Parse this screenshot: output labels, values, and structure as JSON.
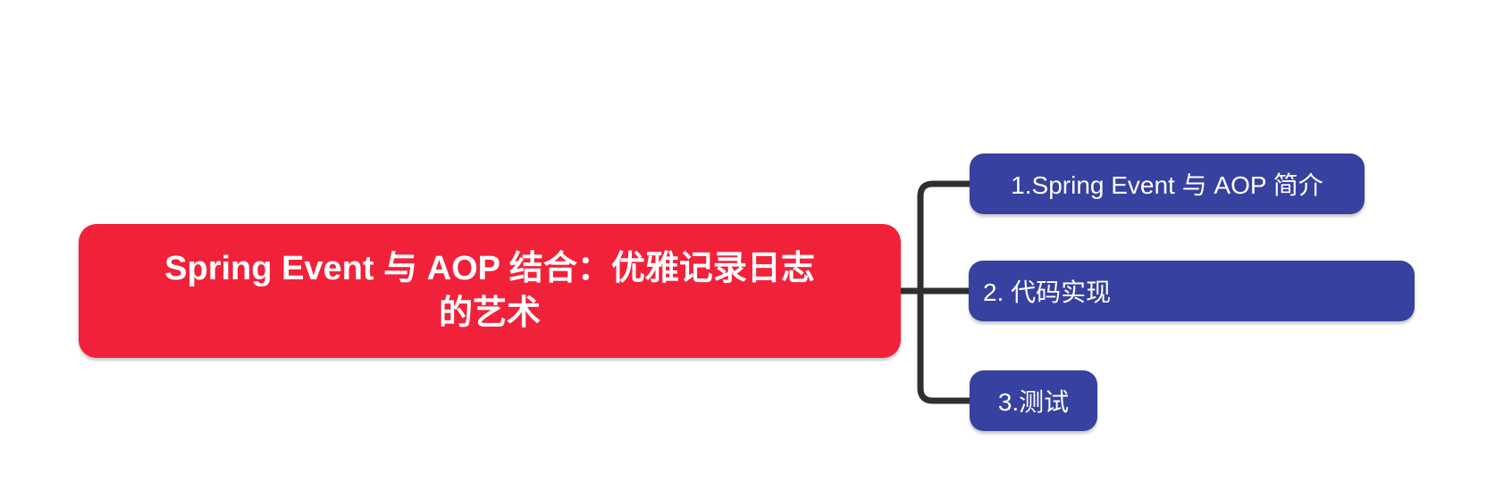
{
  "mindmap": {
    "root": {
      "label_lines": [
        "Spring Event 与 AOP 结合：优雅记录日志",
        "的艺术"
      ]
    },
    "children": [
      {
        "label": "1.Spring Event 与 AOP 简介"
      },
      {
        "label": "2. 代码实现"
      },
      {
        "label": "3.测试"
      }
    ]
  },
  "colors": {
    "background": "#ffffff",
    "root_node": "#f2213a",
    "child_node": "#3641a0",
    "connector": "#2f2f31",
    "node_text": "#ffffff"
  }
}
